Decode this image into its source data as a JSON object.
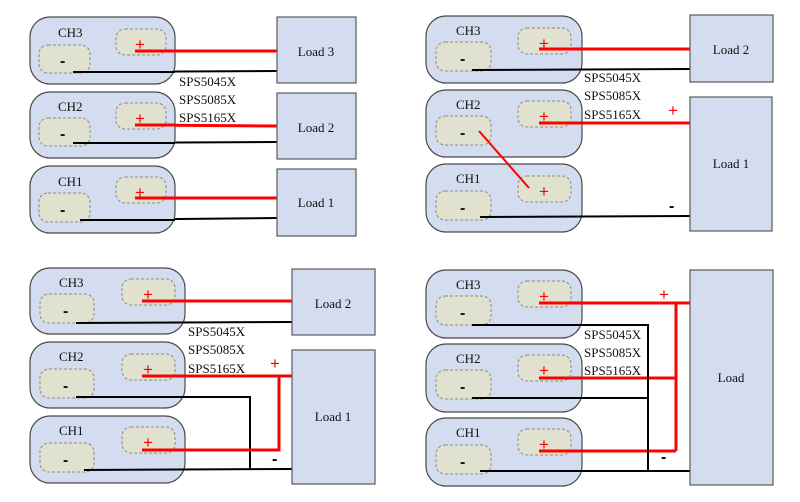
{
  "diagrams": [
    {
      "id": "independent",
      "channels": [
        {
          "label": "CH3",
          "plus": "+",
          "minus": "-"
        },
        {
          "label": "CH2",
          "plus": "+",
          "minus": "-"
        },
        {
          "label": "CH1",
          "plus": "+",
          "minus": "-"
        }
      ],
      "loads": [
        "Load 3",
        "Load 2",
        "Load 1"
      ],
      "models": [
        "SPS5045X",
        "SPS5085X",
        "SPS5165X"
      ],
      "polarity": {}
    },
    {
      "id": "series",
      "channels": [
        {
          "label": "CH3",
          "plus": "+",
          "minus": "-"
        },
        {
          "label": "CH2",
          "plus": "+",
          "minus": "-"
        },
        {
          "label": "CH1",
          "plus": "+",
          "minus": "-"
        }
      ],
      "loads": [
        "Load 2",
        "Load 1"
      ],
      "models": [
        "SPS5045X",
        "SPS5085X",
        "SPS5165X"
      ],
      "polarity": {
        "plus": "+",
        "minus": "-"
      }
    },
    {
      "id": "parallel-two",
      "channels": [
        {
          "label": "CH3",
          "plus": "+",
          "minus": "-"
        },
        {
          "label": "CH2",
          "plus": "+",
          "minus": "-"
        },
        {
          "label": "CH1",
          "plus": "+",
          "minus": "-"
        }
      ],
      "loads": [
        "Load 2",
        "Load 1"
      ],
      "models": [
        "SPS5045X",
        "SPS5085X",
        "SPS5165X"
      ],
      "polarity": {
        "plus": "+",
        "minus": "-"
      }
    },
    {
      "id": "parallel-three",
      "channels": [
        {
          "label": "CH3",
          "plus": "+",
          "minus": "-"
        },
        {
          "label": "CH2",
          "plus": "+",
          "minus": "-"
        },
        {
          "label": "CH1",
          "plus": "+",
          "minus": "-"
        }
      ],
      "loads": [
        "Load"
      ],
      "models": [
        "SPS5045X",
        "SPS5085X",
        "SPS5165X"
      ],
      "polarity": {
        "plus": "+",
        "minus": "-"
      }
    }
  ],
  "colors": {
    "positive_wire": "#ff0000",
    "negative_wire": "#000000",
    "channel_fill": "#d3ddef",
    "terminal_fill": "#e0e2cf",
    "load_fill": "#d3ddef"
  }
}
